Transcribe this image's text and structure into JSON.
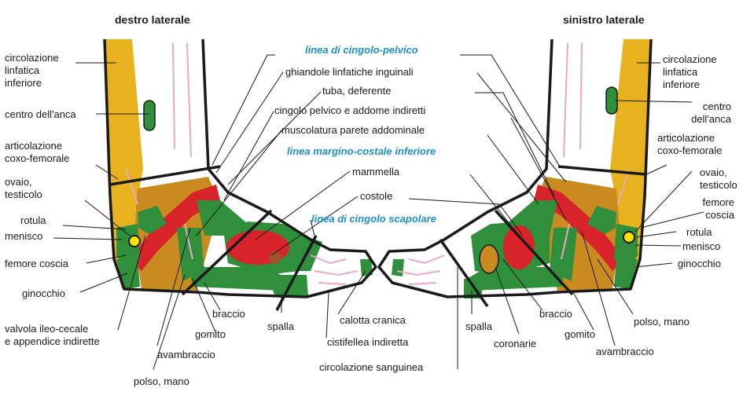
{
  "titles": {
    "right_foot": "destro laterale",
    "left_foot": "sinistro laterale"
  },
  "center": {
    "pelvic_line": "linea di cingolo-pelvico",
    "inguinal": "ghiandole linfatiche inguinali",
    "tuba": "tuba, deferente",
    "pelvic_belt": "cingolo pelvico e addome indiretti",
    "abd_muscles": "muscolatura parete addominale",
    "costal_line": "linea margino-costale inferiore",
    "mammella": "mammella",
    "costole": "costole",
    "scapular_line": "linea di cingolo scapolare"
  },
  "right_labels": {
    "lymph": "circolazione\nlinfatica\ninferiore",
    "hip_center": "centro dell'anca",
    "coxo": "articolazione\ncoxo-femorale",
    "ovary": "ovaio,\ntesticolo",
    "rotula": "rotula",
    "menisco": "menisco",
    "femore": "femore coscia",
    "ginocchio": "ginocchio",
    "valvola": "valvola ileo-cecale\ne appendice indirette",
    "braccio": "braccio",
    "gomito": "gomito",
    "avambraccio": "avambraccio",
    "polso": "polso, mano",
    "spalla": "spalla",
    "calotta": "calotta cranica",
    "cistifellea": "cistifellea indiretta",
    "sangue": "circolazione sanguinea"
  },
  "left_labels": {
    "lymph": "circolazione\nlinfatica\ninferiore",
    "hip_center": "centro\ndell'anca",
    "coxo": "articolazione\ncoxo-femorale",
    "ovary": "ovaio,\ntesticolo",
    "femore": "femore\ncoscia",
    "rotula": "rotula",
    "menisco": "menisco",
    "ginocchio": "ginocchio",
    "polso": "polso, mano",
    "braccio": "braccio",
    "gomito": "gomito",
    "avambraccio": "avambraccio",
    "spalla": "spalla",
    "coronarie": "coronarie"
  },
  "colors": {
    "yellow": "#e8b21e",
    "green": "#2f8f3a",
    "red": "#d8232a",
    "ochre": "#c98a1f",
    "pink_line": "#e8a8c8",
    "outline": "#1a1a1a",
    "blue_text": "#1f8fc9"
  }
}
